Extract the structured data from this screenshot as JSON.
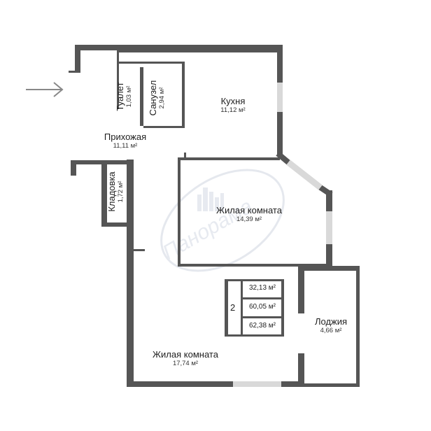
{
  "rooms": {
    "toilet": {
      "name": "Туалет",
      "area": "1,03 м²"
    },
    "bathroom": {
      "name": "Санузел",
      "area": "2,94 м²"
    },
    "kitchen": {
      "name": "Кухня",
      "area": "11,12 м²"
    },
    "hall": {
      "name": "Прихожая",
      "area": "11,11 м²"
    },
    "storage": {
      "name": "Кладовка",
      "area": "1,72 м²"
    },
    "living1": {
      "name": "Жилая комната",
      "area": "14,39 м²"
    },
    "living2": {
      "name": "Жилая комната",
      "area": "17,74 м²"
    },
    "loggia": {
      "name": "Лоджия",
      "area": "4,66 м²"
    }
  },
  "summary": {
    "rooms_count": "2",
    "areas": [
      "32,13 м²",
      "60,05 м²",
      "62,38 м²"
    ]
  },
  "watermark": {
    "text": "Панорама"
  },
  "colors": {
    "wall": "#555555",
    "window": "#d9d9d9",
    "line": "#555555",
    "watermark": "#e3e7ee"
  },
  "icons": {
    "entrance": "arrow-right-icon"
  }
}
